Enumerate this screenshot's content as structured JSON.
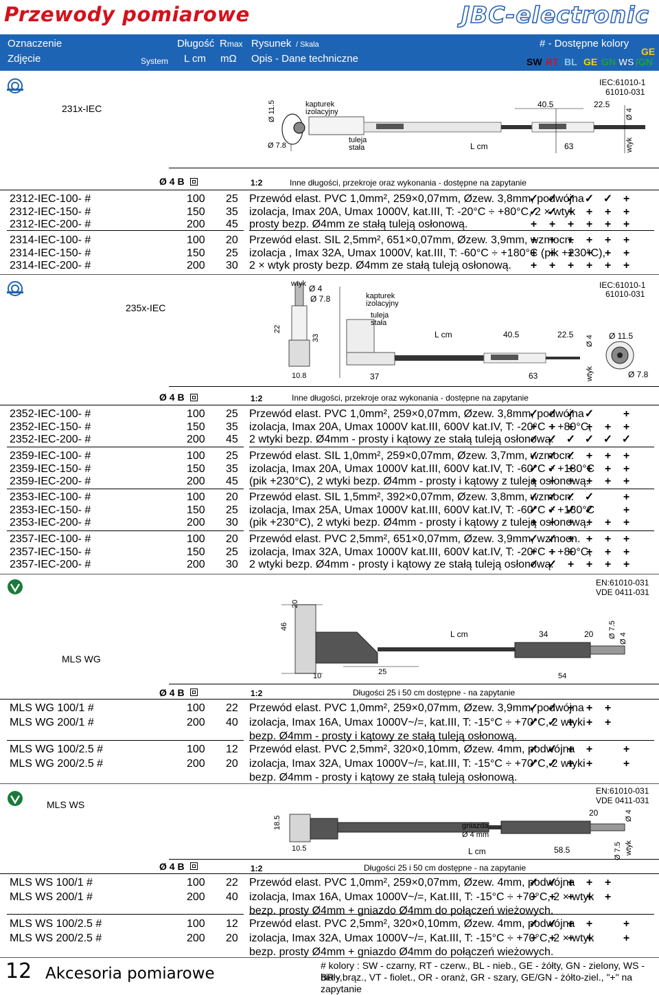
{
  "header": {
    "title": "Przewody pomiarowe",
    "brand": "JBC-electronic",
    "col_oznaczenie": "Oznaczenie",
    "col_zdjecie": "Zdjęcie",
    "col_system": "System",
    "col_dlugosc": "Długość",
    "col_lcm": "L cm",
    "col_rmax_r": "R",
    "col_rmax_max": "max",
    "col_mohm": "mΩ",
    "col_rysunek": "Rysunek",
    "col_skala": "/ Skala",
    "col_opis": "Opis - Dane techniczne",
    "col_kolory": "# - Dostępne kolory",
    "colors": [
      "SW",
      "RT",
      "BL",
      "GE",
      "GN",
      "WS"
    ],
    "color_last_top": "GE",
    "color_last_bottom": "/GN"
  },
  "s1": {
    "system": "231x-IEC",
    "std1": "IEC:61010-1",
    "std2": "61010-031",
    "d_kapturek": "kapturek",
    "d_izolacyjny": "izolacyjny",
    "d_tuleja": "tuleja",
    "d_stala": "stała",
    "d_11_5": "Ø 11.5",
    "d_7_8": "Ø 7.8",
    "d_lcm": "L cm",
    "d_40_5": "40.5",
    "d_22_5": "22.5",
    "d_63": "63",
    "d_o4": "Ø 4",
    "d_wtyk": "wtyk",
    "sub_o4b": "Ø 4 B",
    "sub_scale": "1:2",
    "sub_note": "Inne długości, przekroje oraz wykonania - dostępne na zapytanie",
    "g1": {
      "codes": [
        "2312-IEC-100- #",
        "2312-IEC-150- #",
        "2312-IEC-200- #"
      ],
      "len": [
        "100",
        "150",
        "200"
      ],
      "r": [
        "25",
        "35",
        "45"
      ],
      "desc": [
        "Przewód elast. PVC 1,0mm², 259×0,07mm, Øzew. 3,8mm, podwójna",
        "izolacja, Imax 20A, Umax 1000V, kat.III, T: -20°C ÷ +80°C, 2 × wtyk",
        "prosty bezp. Ø4mm ze stałą tuleją osłonową."
      ],
      "marks": [
        [
          "✓",
          "✓",
          "✓",
          "✓",
          "✓",
          "+"
        ],
        [
          "✓",
          "✓",
          "+",
          "+",
          "+",
          "+"
        ],
        [
          "+",
          "+",
          "+",
          "+",
          "+",
          "+"
        ]
      ]
    },
    "g2": {
      "codes": [
        "2314-IEC-100- #",
        "2314-IEC-150- #",
        "2314-IEC-200- #"
      ],
      "len": [
        "100",
        "150",
        "200"
      ],
      "r": [
        "20",
        "25",
        "30"
      ],
      "desc": [
        "Przewód elast. SIL 2,5mm², 651×0,07mm, Øzew. 3,9mm, wzmocn.",
        "izolacja , Imax 32A, Umax 1000V, kat.III, T: -60°C ÷ +180°C (pik +230°C),",
        "2 × wtyk prosty bezp. Ø4mm ze stałą tuleją osłonową."
      ],
      "marks": [
        [
          "+",
          "+",
          "+",
          "+",
          "+",
          "+"
        ],
        [
          "+",
          "+",
          "+",
          "+",
          "+",
          "+"
        ],
        [
          "+",
          "+",
          "+",
          "+",
          "+",
          "+"
        ]
      ]
    }
  },
  "s2": {
    "system": "235x-IEC",
    "std1": "IEC:61010-1",
    "std2": "61010-031",
    "d_wtyk": "wtyk",
    "d_o4": "Ø 4",
    "d_o7_8": "Ø 7.8",
    "d_kapturek": "kapturek",
    "d_izolacyjny": "izolacyjny",
    "d_tuleja": "tuleja",
    "d_stala": "stała",
    "d_22": "22",
    "d_33": "33",
    "d_lcm": "L cm",
    "d_40_5": "40.5",
    "d_22_5": "22.5",
    "d_o11_5": "Ø 11.5",
    "d_10_8": "10.8",
    "d_37": "37",
    "d_63": "63",
    "d_wtyk2": "wtyk",
    "d_o4b": "Ø 4",
    "d_o7_8b": "Ø 7.8",
    "sub_o4b": "Ø 4 B",
    "sub_scale": "1:2",
    "sub_note": "Inne długości, przekroje oraz wykonania - dostępne na zapytanie",
    "g1": {
      "codes": [
        "2352-IEC-100- #",
        "2352-IEC-150- #",
        "2352-IEC-200- #"
      ],
      "len": [
        "100",
        "150",
        "200"
      ],
      "r": [
        "25",
        "35",
        "45"
      ],
      "desc": [
        "Przewód elast. PVC 1,0mm², 259×0,07mm, Øzew. 3,8mm, podwójna",
        "izolacja, Imax 20A, Umax 1000V kat.III, 600V kat.IV, T: -20°C ÷ +80°C,",
        "2 wtyki bezp. Ø4mm - prosty i kątowy ze stałą tuleją osłonową."
      ],
      "marks": [
        [
          "✓",
          "✓",
          "✓",
          "✓",
          "",
          "+"
        ],
        [
          "+",
          "+",
          "+",
          "+",
          "+",
          "+"
        ],
        [
          "✓",
          "✓",
          "✓",
          "✓",
          "✓",
          "✓"
        ]
      ]
    },
    "g2": {
      "codes": [
        "2359-IEC-100- #",
        "2359-IEC-150- #",
        "2359-IEC-200- #"
      ],
      "len": [
        "100",
        "150",
        "200"
      ],
      "r": [
        "25",
        "35",
        "45"
      ],
      "desc": [
        "Przewód elast. SIL 1,0mm², 259×0,07mm, Øzew. 3,7mm, wzmocn.",
        "izolacja, Imax 20A, Umax 1000V kat.III, 600V kat.IV, T: -60°C ÷ +180°C",
        "(pik +230°C), 2 wtyki bezp. Ø4mm - prosty i kątowy z tuleją osłonową."
      ],
      "marks": [
        [
          "✓",
          "✓",
          "✓",
          "+",
          "+",
          "+"
        ],
        [
          "✓",
          "✓",
          "+",
          "+",
          "+",
          "+"
        ],
        [
          "+",
          "+",
          "+",
          "+",
          "+",
          "+"
        ]
      ]
    },
    "g3": {
      "codes": [
        "2353-IEC-100- #",
        "2353-IEC-150- #",
        "2353-IEC-200- #"
      ],
      "len": [
        "100",
        "150",
        "200"
      ],
      "r": [
        "20",
        "25",
        "30"
      ],
      "desc": [
        "Przewód elast. SIL 1,5mm², 392×0,07mm, Øzew. 3,8mm, wzmocn.",
        "izolacja, Imax 25A, Umax 1000V kat.III, 600V kat.IV, T: -60°C ÷ +180°C",
        "(pik +230°C), 2 wtyki bezp. Ø4mm - prosty i kątowy z tuleją osłonową."
      ],
      "marks": [
        [
          "✓",
          "✓",
          "✓",
          "✓",
          "",
          "+"
        ],
        [
          "✓",
          "✓",
          "✓",
          "✓",
          "",
          "+"
        ],
        [
          "+",
          "+",
          "+",
          "+",
          "+",
          "+"
        ]
      ]
    },
    "g4": {
      "codes": [
        "2357-IEC-100- #",
        "2357-IEC-150- #",
        "2357-IEC-200- #"
      ],
      "len": [
        "100",
        "150",
        "200"
      ],
      "r": [
        "20",
        "25",
        "30"
      ],
      "desc": [
        "Przewód elast. PVC 2,5mm², 651×0,07mm, Øzew. 3,9mm, wzmocn.",
        "izolacja, Imax 32A, Umax 1000V kat.III, 600V kat.IV, T: -20°C ÷ +80°C,",
        "2 wtyki bezp. Ø4mm - prosty i kątowy ze stałą tuleją osłonową."
      ],
      "marks": [
        [
          "✓",
          "✓",
          "+",
          "+",
          "+",
          "+"
        ],
        [
          "+",
          "+",
          "+",
          "+",
          "+",
          "+"
        ],
        [
          "✓",
          "✓",
          "+",
          "+",
          "+",
          "+"
        ]
      ]
    }
  },
  "s3": {
    "system": "MLS WG",
    "std1": "EN:61010-031",
    "std2": "VDE 0411-031",
    "d_20": "20",
    "d_46": "46",
    "d_lcm": "L cm",
    "d_34": "34",
    "d_20b": "20",
    "d_o7_5": "Ø 7.5",
    "d_o4": "Ø 4",
    "d_10": "10",
    "d_25": "25",
    "d_54": "54",
    "sub_o4b": "Ø 4 B",
    "sub_scale": "1:2",
    "sub_note": "Długości 25 i 50 cm dostępne - na zapytanie",
    "g1": {
      "codes": [
        "MLS WG 100/1 #",
        "MLS WG 200/1 #"
      ],
      "len": [
        "100",
        "200"
      ],
      "r": [
        "22",
        "40"
      ],
      "desc": [
        "Przewód elast. PVC 1,0mm², 259×0,07mm, Øzew. 3,9mm, podwójna",
        "izolacja, Imax 16A, Umax 1000V~/=, kat.III, T: -15°C ÷ +70°C,   2 wtyki",
        "bezp. Ø4mm - prosty i kątowy ze stałą tuleją osłonową."
      ],
      "marks": [
        [
          "✓",
          "✓",
          "+",
          "+",
          "+",
          ""
        ],
        [
          "✓",
          "✓",
          "+",
          "+",
          "+",
          ""
        ]
      ]
    },
    "g2": {
      "codes": [
        "MLS WG 100/2.5 #",
        "MLS WG 200/2.5 #"
      ],
      "len": [
        "100",
        "200"
      ],
      "r": [
        "12",
        "20"
      ],
      "desc": [
        "Przewód elast. PVC 2,5mm², 320×0,10mm, Øzew. 4mm, podwójna",
        "izolacja, Imax 32A, Umax 1000V~/=, kat.III, T: -15°C ÷ +70°C,   2 wtyki",
        "bezp. Ø4mm - prosty i kątowy ze stałą tuleją osłonową."
      ],
      "marks": [
        [
          "✓",
          "✓",
          "+",
          "+",
          "",
          "+"
        ],
        [
          "✓",
          "✓",
          "+",
          "+",
          "",
          "+"
        ]
      ]
    }
  },
  "s4": {
    "system": "MLS WS",
    "std1": "EN:61010-031",
    "std2": "VDE 0411-031",
    "d_18_5": "18.5",
    "d_10_5": "10.5",
    "d_gniazda": "gniazda",
    "d_o4mm": "Ø 4 mm",
    "d_lcm": "L cm",
    "d_58_5": "58.5",
    "d_20": "20",
    "d_o4": "Ø 4",
    "d_o7_5": "Ø 7.5",
    "d_wtyk": "wtyk",
    "sub_o4b": "Ø 4 B",
    "sub_scale": "1:2",
    "sub_note": "Długości 25 i 50 cm dostępne - na zapytanie",
    "g1": {
      "codes": [
        "MLS WS 100/1 #",
        "MLS WS 200/1 #"
      ],
      "len": [
        "100",
        "200"
      ],
      "r": [
        "22",
        "40"
      ],
      "desc": [
        "Przewód elast. PVC 1,0mm², 259×0,07mm, Øzew. 4mm, podwójna",
        "izolacja, Imax 16A,  Umax 1000V~/=, Kat.III, T: -15°C ÷ +70°C, 2 × wtyk",
        "bezp. prosty Ø4mm + gniazdo Ø4mm do połączeń wieżowych."
      ],
      "marks": [
        [
          "✓",
          "✓",
          "+",
          "+",
          "+",
          ""
        ],
        [
          "+",
          "+",
          "+",
          "+",
          "+",
          ""
        ]
      ]
    },
    "g2": {
      "codes": [
        "MLS WS 100/2.5 #",
        "MLS WS 200/2.5 #"
      ],
      "len": [
        "100",
        "200"
      ],
      "r": [
        "12",
        "20"
      ],
      "desc": [
        "Przewód elast. PVC 2,5mm², 320×0,10mm, Øzew. 4mm, podwójna",
        "izolacja, Imax 32A,  Umax 1000V~/=, Kat.III, T: -15°C ÷ +70°C, 2 × wtyk",
        "bezp. prosty Ø4mm + gniazdo Ø4mm do połączeń wieżowych."
      ],
      "marks": [
        [
          "✓",
          "✓",
          "+",
          "+",
          "",
          "+"
        ],
        [
          "+",
          "+",
          "+",
          "+",
          "",
          "+"
        ]
      ]
    }
  },
  "footer": {
    "page": "12",
    "section": "Akcesoria pomiarowe",
    "legend1": "# kolory : SW - czarny, RT - czerw., BL - nieb., GE - żółty, GN - zielony, WS - biały,",
    "legend2": "BR - brąz., VT - fiolet., OR - oranż, GR - szary, GE/GN - żółto-ziel., \"+\" na zapytanie"
  },
  "colors": {
    "brand_blue": "#1e64b4",
    "title_red": "#d3121c"
  }
}
